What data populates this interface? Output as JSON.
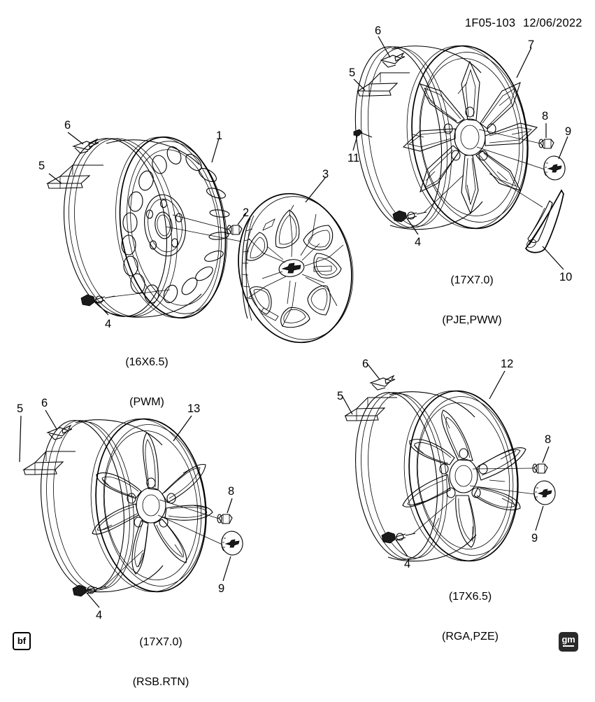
{
  "document": {
    "title": "Wheel Assembly Parts Illustration",
    "part_number": "1F05-103",
    "date": "12/06/2022",
    "corner_mark": "bf",
    "brand_logo": "gm"
  },
  "assemblies": [
    {
      "id": "steel-wheel",
      "size": "(16X6.5)",
      "rpo": "(PWM)",
      "callouts": [
        "1",
        "2",
        "3",
        "4",
        "5",
        "6"
      ]
    },
    {
      "id": "alloy-wheel-pje-pww",
      "size": "(17X7.0)",
      "rpo": "(PJE,PWW)",
      "callouts": [
        "4",
        "5",
        "6",
        "7",
        "8",
        "9",
        "10",
        "11"
      ]
    },
    {
      "id": "alloy-wheel-rsb-rtn",
      "size": "(17X7.0)",
      "rpo": "(RSB.RTN)",
      "callouts": [
        "4",
        "5",
        "6",
        "8",
        "9",
        "13"
      ]
    },
    {
      "id": "alloy-wheel-rga-pze",
      "size": "(17X6.5)",
      "rpo": "(RGA,PZE)",
      "callouts": [
        "4",
        "5",
        "6",
        "8",
        "9",
        "12"
      ]
    }
  ],
  "callout_numbers": {
    "n1": "1",
    "n2": "2",
    "n3": "3",
    "n4": "4",
    "n5": "5",
    "n6": "6",
    "n7": "7",
    "n8": "8",
    "n9": "9",
    "n10": "10",
    "n11": "11",
    "n12": "12",
    "n13": "13"
  },
  "colors": {
    "line": "#000000",
    "background": "#ffffff",
    "logo_background": "#2a2a2a"
  }
}
